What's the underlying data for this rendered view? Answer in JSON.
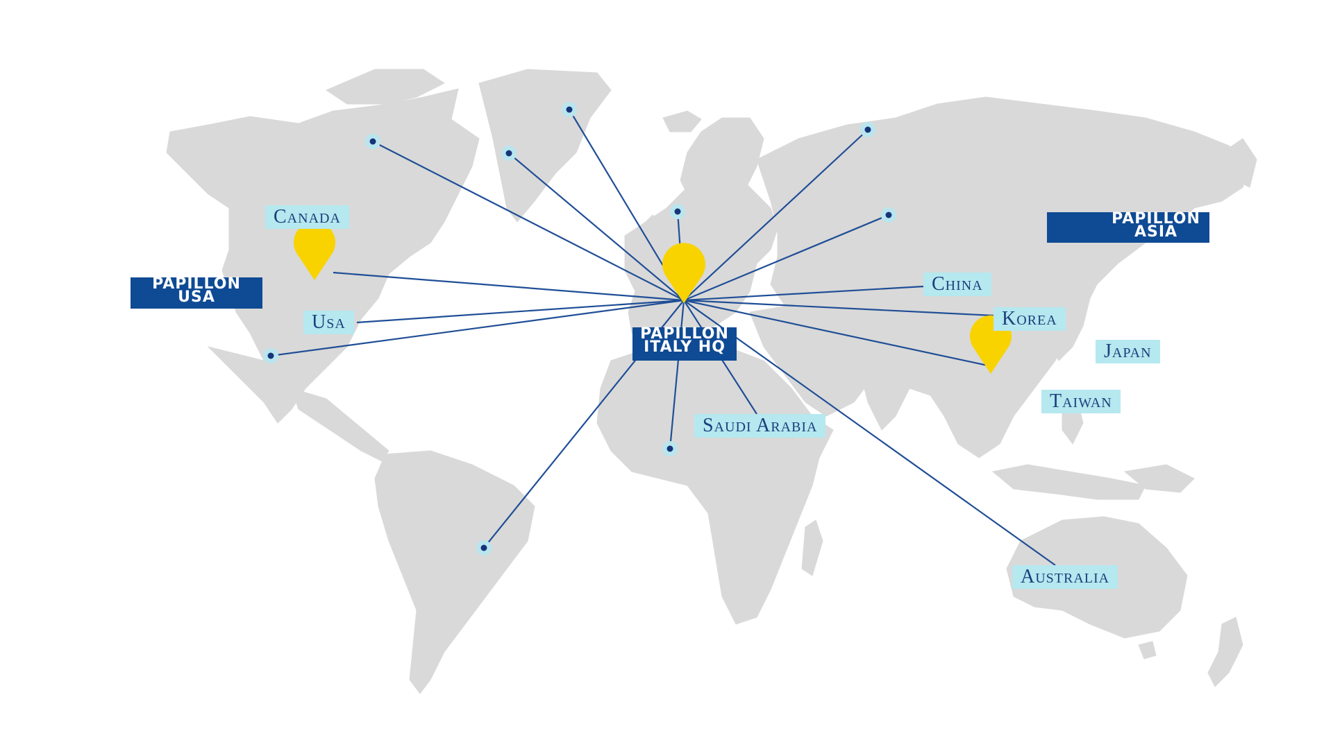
{
  "offices": {
    "usa": {
      "line1": "PAPILLON",
      "line2": "USA"
    },
    "italy": {
      "line1": "PAPILLON",
      "line2": "ITALY HQ"
    },
    "asia": {
      "line1": "PAPILLON",
      "line2": "ASIA"
    }
  },
  "countries": {
    "canada": "Canada",
    "usa": "Usa",
    "china": "China",
    "korea": "Korea",
    "japan": "Japan",
    "taiwan": "Taiwan",
    "saudi_arabia": "Saudi Arabia",
    "australia": "Australia"
  },
  "colors": {
    "land": "#d9d9d9",
    "route": "#1f4e96",
    "pin": "#f8d300",
    "label_bg": "#b5e8ef",
    "office_bg": "#0f4a94"
  }
}
